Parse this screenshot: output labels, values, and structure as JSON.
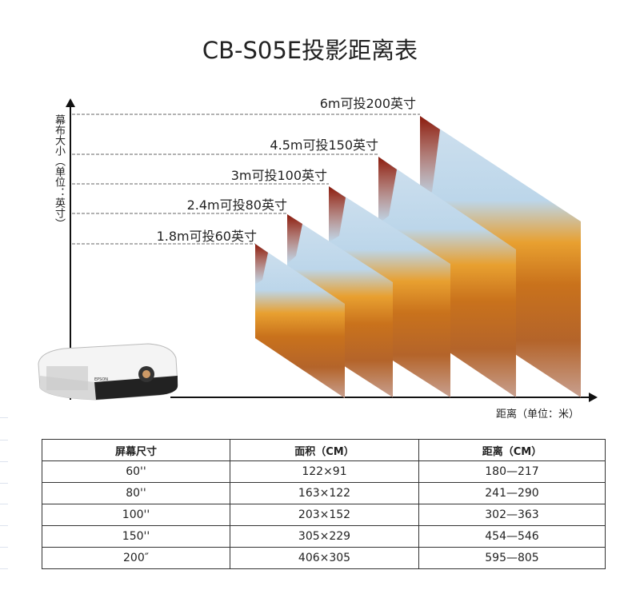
{
  "title": "CB-S05E投影距离表",
  "y_axis_label": "幕布大小（单位：英寸）",
  "x_axis_label": "距离（单位：米）",
  "distance_labels": [
    "6m可投200英寸",
    "4.5m可投150英寸",
    "3m可投100英寸",
    "2.4m可投80英寸",
    "1.8m可投60英寸"
  ],
  "projector_brand": "EPSON",
  "table": {
    "headers": [
      "屏幕尺寸",
      "面积（CM）",
      "距离（CM）"
    ],
    "rows": [
      [
        "60''",
        "122×91",
        "180—217"
      ],
      [
        "80''",
        "163×122",
        "241—290"
      ],
      [
        "100''",
        "203×152",
        "302—363"
      ],
      [
        "150''",
        "305×229",
        "454—546"
      ],
      [
        "200″",
        "406×305",
        "595—805"
      ]
    ]
  }
}
